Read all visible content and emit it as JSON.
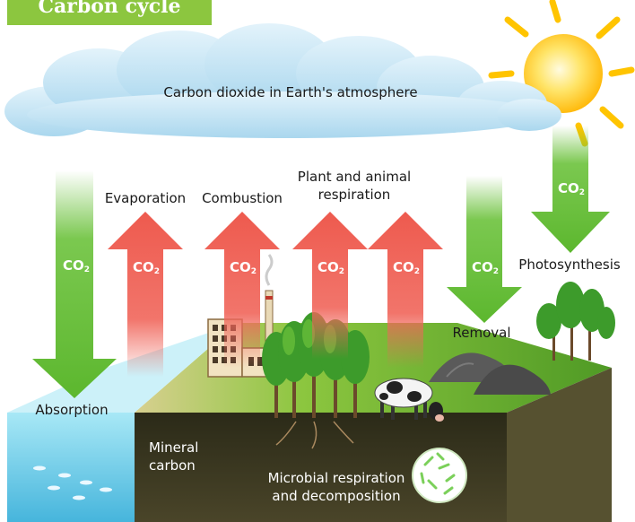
{
  "title": "Carbon cycle",
  "atmosphere_label": "Carbon dioxide in Earth's atmosphere",
  "co2": {
    "base": "CO",
    "sub": "2"
  },
  "labels": {
    "evaporation": "Evaporation",
    "combustion": "Combustion",
    "respiration_line1": "Plant and animal",
    "respiration_line2": "respiration",
    "photosynthesis": "Photosynthesis",
    "removal": "Removal",
    "absorption": "Absorption",
    "mineral_line1": "Mineral",
    "mineral_line2": "carbon",
    "microbial_line1": "Microbial respiration",
    "microbial_line2": "and decomposition"
  },
  "colors": {
    "title_bg": "#8cc63f",
    "down_arrow": "#6cc23c",
    "up_arrow": "#f0655a",
    "sun": "#ffd200",
    "ground_top": "#7ab52d",
    "soil": "#3e3a22",
    "water": "#7fd6ee"
  }
}
